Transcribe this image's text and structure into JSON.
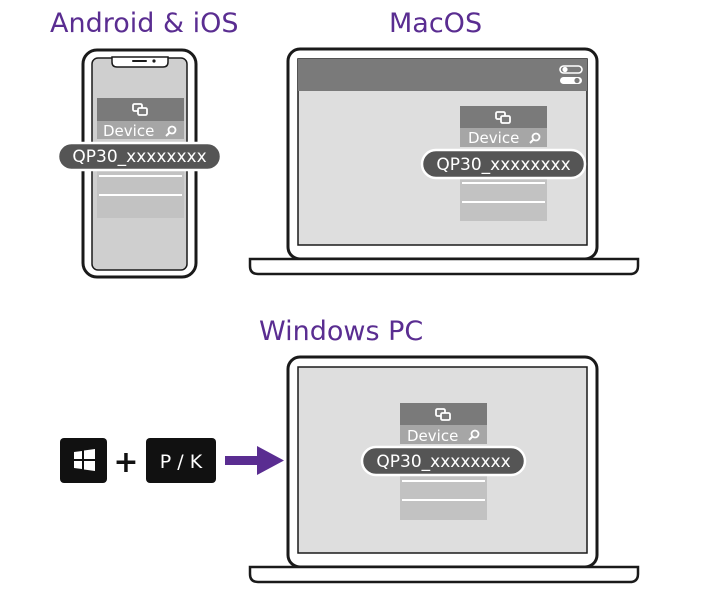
{
  "headings": {
    "mobile": "Android & iOS",
    "mac": "MacOS",
    "windows": "Windows PC"
  },
  "device_list": {
    "label": "Device",
    "selected": "QP30_xxxxxxxx"
  },
  "shortcut": {
    "plus": "+",
    "keys": "P / K"
  },
  "icons": {
    "list_header": "screen-mirror-icon",
    "search": "search-icon",
    "mac_toggle": "toggle-switch-icon",
    "windows_key": "windows-logo-icon",
    "arrow": "arrow-right-icon"
  },
  "colors": {
    "accent": "#5a2d91",
    "pill": "#555555",
    "header": "#7a7a7a",
    "panel": "#cfcfcf"
  }
}
